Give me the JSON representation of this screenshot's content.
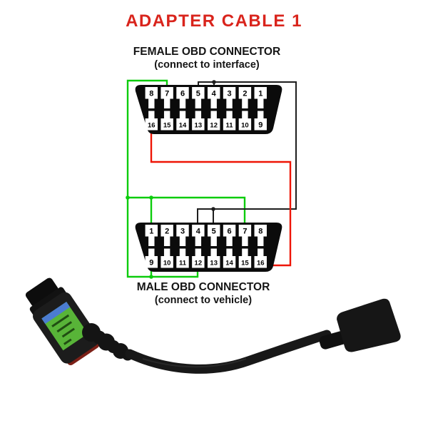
{
  "title": {
    "text": "ADAPTER CABLE 1"
  },
  "female_connector": {
    "label": "FEMALE OBD CONNECTOR",
    "sublabel": "(connect to interface)",
    "top_pins": [
      "8",
      "7",
      "6",
      "5",
      "4",
      "3",
      "2",
      "1"
    ],
    "bottom_pins": [
      "16",
      "15",
      "14",
      "13",
      "12",
      "11",
      "10",
      "9"
    ]
  },
  "male_connector": {
    "label": "MALE OBD CONNECTOR",
    "sublabel": "(connect to vehicle)",
    "top_pins": [
      "1",
      "2",
      "3",
      "4",
      "5",
      "6",
      "7",
      "8"
    ],
    "bottom_pins": [
      "9",
      "10",
      "11",
      "12",
      "13",
      "14",
      "15",
      "16"
    ]
  },
  "wiring": {
    "colors": {
      "green": "#0ccc0c",
      "black": "#1e1e1e",
      "red": "#ee1505"
    },
    "connections": [
      {
        "id": "green-wire",
        "color": "green",
        "female_pins": [
          "7"
        ],
        "male_pins": [
          "1",
          "7",
          "9",
          "12"
        ]
      },
      {
        "id": "black-wire",
        "color": "black",
        "female_pins": [
          "5",
          "4"
        ],
        "male_pins": [
          "4",
          "5"
        ]
      },
      {
        "id": "red-wire",
        "color": "red",
        "female_pins": [
          "16"
        ],
        "male_pins": [
          "16"
        ]
      }
    ]
  },
  "colors": {
    "title_red": "#d9241c",
    "label_black": "#151515",
    "connector_body": "#0b0b0b",
    "pin_fill": "#ffffff",
    "pin_number": "#000000",
    "photo_black": "#181818",
    "photo_sticker_green": "#58b438",
    "photo_sticker_blue": "#4b7cd0",
    "photo_sticker_text": "#204d12",
    "photo_red_edge": "#7c2017"
  }
}
